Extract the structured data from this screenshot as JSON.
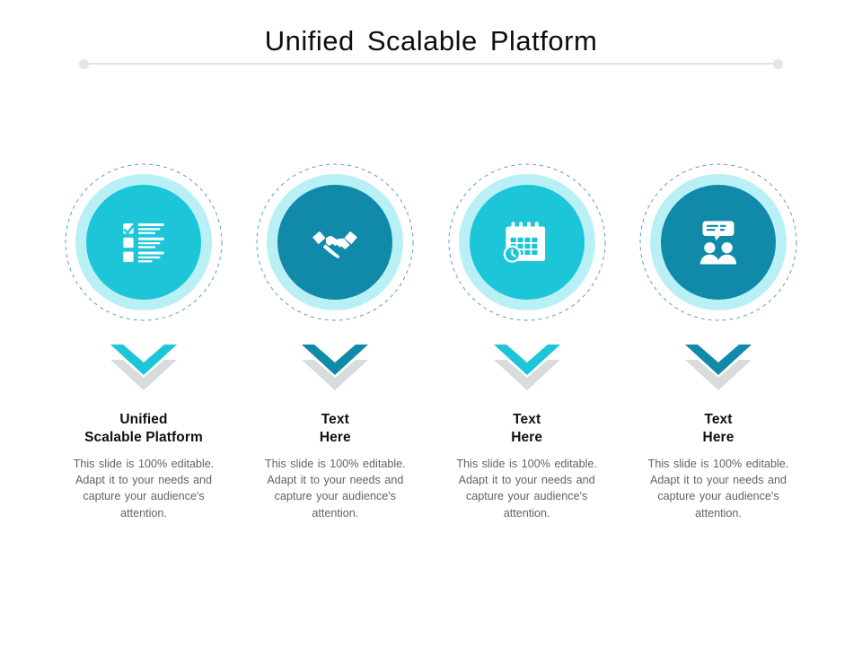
{
  "slide": {
    "title": "Unified  Scalable  Platform",
    "background_color": "#ffffff",
    "divider": {
      "line_color": "#e2e2e2",
      "dot_color": "#e4e4e4"
    }
  },
  "palette": {
    "cyan": "#1CC5D8",
    "teal": "#1189A8",
    "light_ring": "#B8F0F5",
    "dashed_ring": "#2E7E96",
    "chevron_shadow": "#D8DCDD",
    "heading_text": "#111111",
    "body_text": "#636363",
    "icon_fill": "#ffffff"
  },
  "columns": [
    {
      "icon": "checklist-icon",
      "circle_color": "#1CC5D8",
      "ring_color": "#B8F0F5",
      "chevron_color": "#1CC5D8",
      "heading_line1": "Unified",
      "heading_line2": "Scalable Platform",
      "body": "This slide is 100% editable. Adapt it to your needs and capture your audience's attention."
    },
    {
      "icon": "handshake-icon",
      "circle_color": "#1189A8",
      "ring_color": "#B8F0F5",
      "chevron_color": "#1189A8",
      "heading_line1": "Text",
      "heading_line2": "Here",
      "body": "This slide is 100% editable. Adapt it to your needs and capture your audience's attention."
    },
    {
      "icon": "calendar-clock-icon",
      "circle_color": "#1CC5D8",
      "ring_color": "#B8F0F5",
      "chevron_color": "#1CC5D8",
      "heading_line1": "Text",
      "heading_line2": "Here",
      "body": "This slide is 100% editable. Adapt it to your needs and capture your audience's attention."
    },
    {
      "icon": "people-conversation-icon",
      "circle_color": "#1189A8",
      "ring_color": "#B8F0F5",
      "chevron_color": "#1189A8",
      "heading_line1": "Text",
      "heading_line2": "Here",
      "body": "This slide is 100% editable. Adapt it to your needs and capture your audience's attention."
    }
  ]
}
